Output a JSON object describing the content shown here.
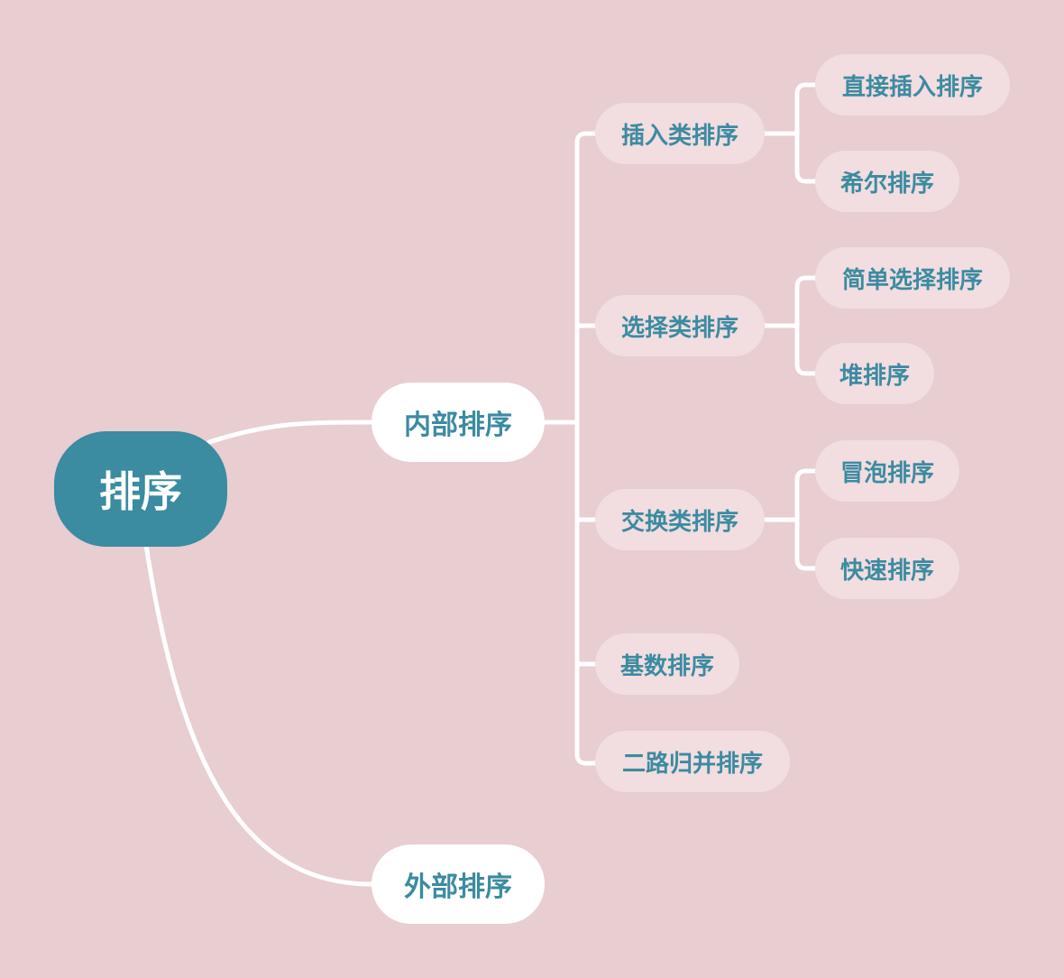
{
  "mindmap": {
    "root": "排序",
    "internal": {
      "label": "内部排序",
      "insertion": {
        "label": "插入类排序",
        "children": [
          "直接插入排序",
          "希尔排序"
        ]
      },
      "selection": {
        "label": "选择类排序",
        "children": [
          "简单选择排序",
          "堆排序"
        ]
      },
      "exchange": {
        "label": "交换类排序",
        "children": [
          "冒泡排序",
          "快速排序"
        ]
      },
      "radix": "基数排序",
      "merge": "二路归并排序"
    },
    "external": {
      "label": "外部排序"
    }
  },
  "colors": {
    "background": "#e8cdd1",
    "root_fill": "#3b8ba1",
    "main_fill": "#ffffff",
    "sub_fill": "#f2dde0",
    "text": "#3b8ba1",
    "connector": "#ffffff"
  }
}
